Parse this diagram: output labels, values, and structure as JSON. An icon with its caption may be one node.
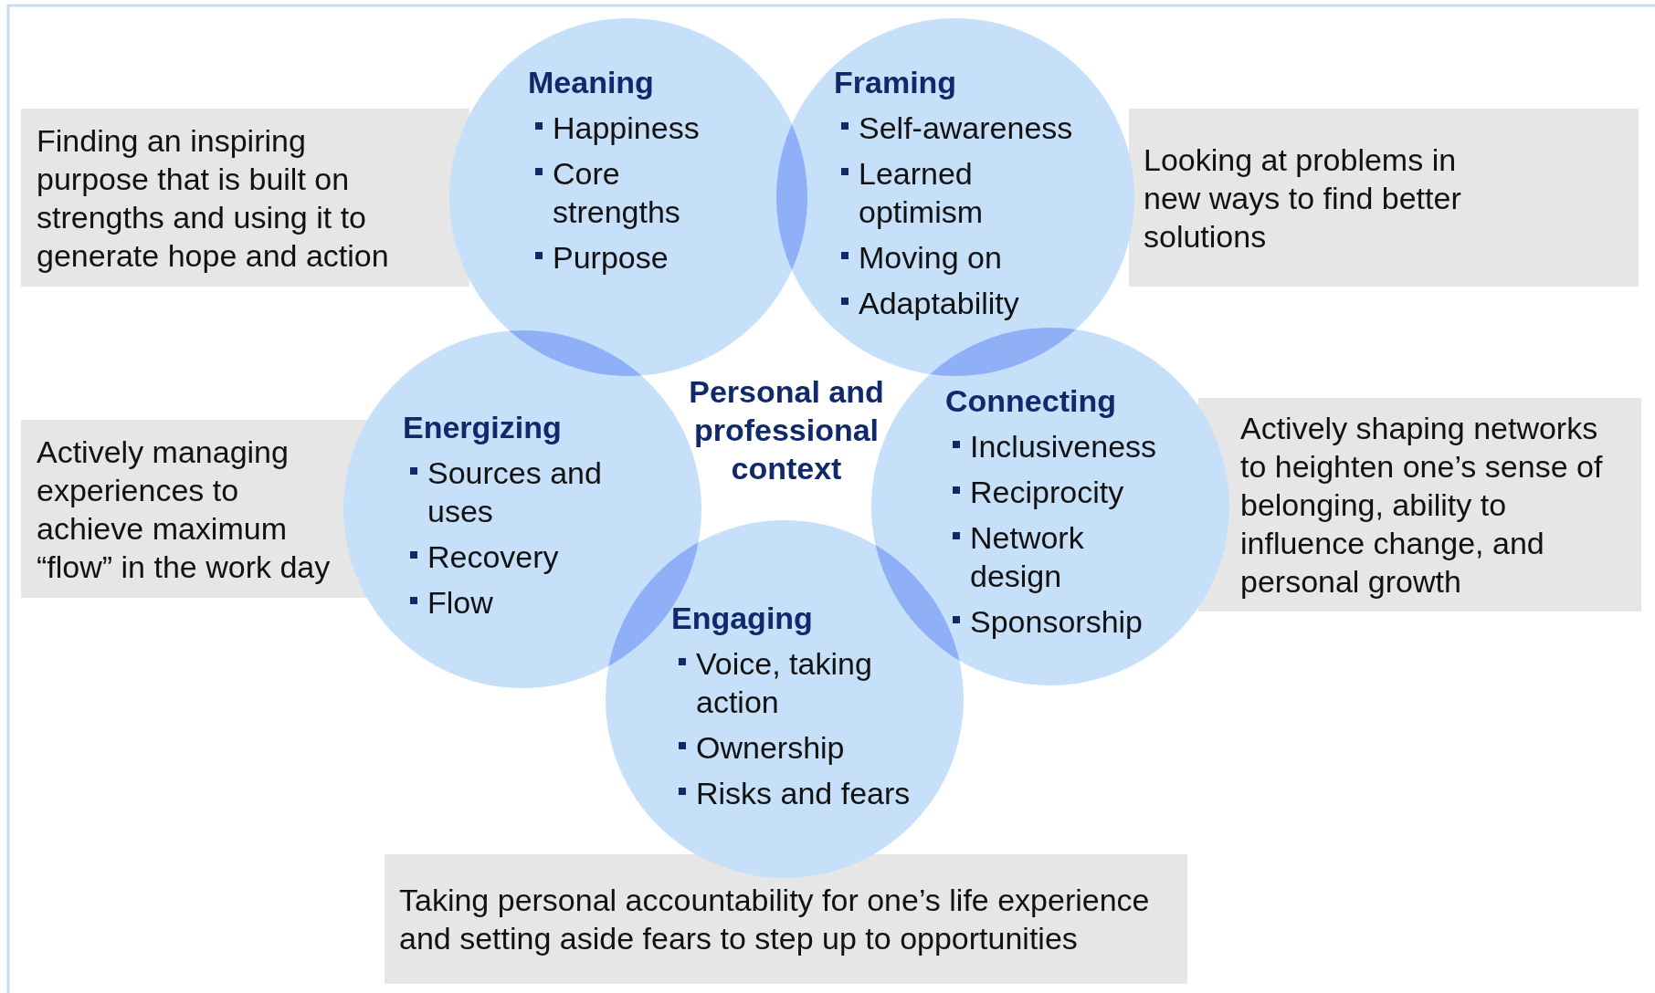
{
  "diagram": {
    "nodes": [
      {
        "text": [
          "Finding an inspiring purpose that is built on strengths and using it to generate hope and action"
        ]
      },
      {
        "text": [
          "Meaning",
          "Happiness",
          "Core strengths",
          "Purpose"
        ]
      },
      {
        "text": [
          "Framing",
          "Self-awareness",
          "Learned optimism",
          "Moving on",
          "Adaptability"
        ]
      },
      {
        "text": [
          "Looking at problems in new ways to find better solutions"
        ]
      },
      {
        "text": [
          "Actively managing experiences to achieve maximum “flow” in the work day"
        ]
      },
      {
        "text": [
          "Energizing",
          "Sources and uses",
          "Recovery",
          "Flow"
        ]
      },
      {
        "text": [
          "Connecting",
          "Inclusiveness",
          "Reciprocity",
          "Network design",
          "Sponsorship"
        ]
      },
      {
        "text": [
          "Actively shaping networks to heighten one’s sense of belonging, ability to influence change, and personal growth"
        ]
      },
      {
        "text": [
          "Engaging",
          "Voice, taking action",
          "Ownership",
          "Risks and fears"
        ]
      },
      {
        "text": [
          "Taking personal accountability for one’s life experience and setting aside fears to step up to opportunities"
        ]
      }
    ],
    "labels": [
      "Personal and professional context"
    ]
  }
}
